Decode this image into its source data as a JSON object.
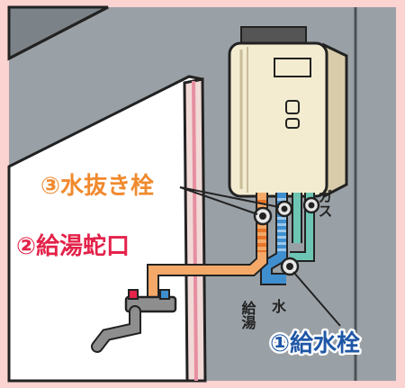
{
  "labels": {
    "drain_plug": "③水抜き栓",
    "hot_faucet": "②給湯蛇口",
    "supply_valve": "①給水栓",
    "gas": "ガス",
    "water": "水",
    "hot_water": "給湯"
  },
  "colors": {
    "background": "#fbd3d1",
    "wall": "#9aa1a6",
    "heater": "#f4ecd0",
    "hot_pipe": "#f4a968",
    "water_pipe": "#3f8fcf",
    "gas_pipe": "#6cc6b3",
    "label_orange": "#f08a2e",
    "label_red": "#e4224a",
    "label_blue": "#1f57a6"
  }
}
